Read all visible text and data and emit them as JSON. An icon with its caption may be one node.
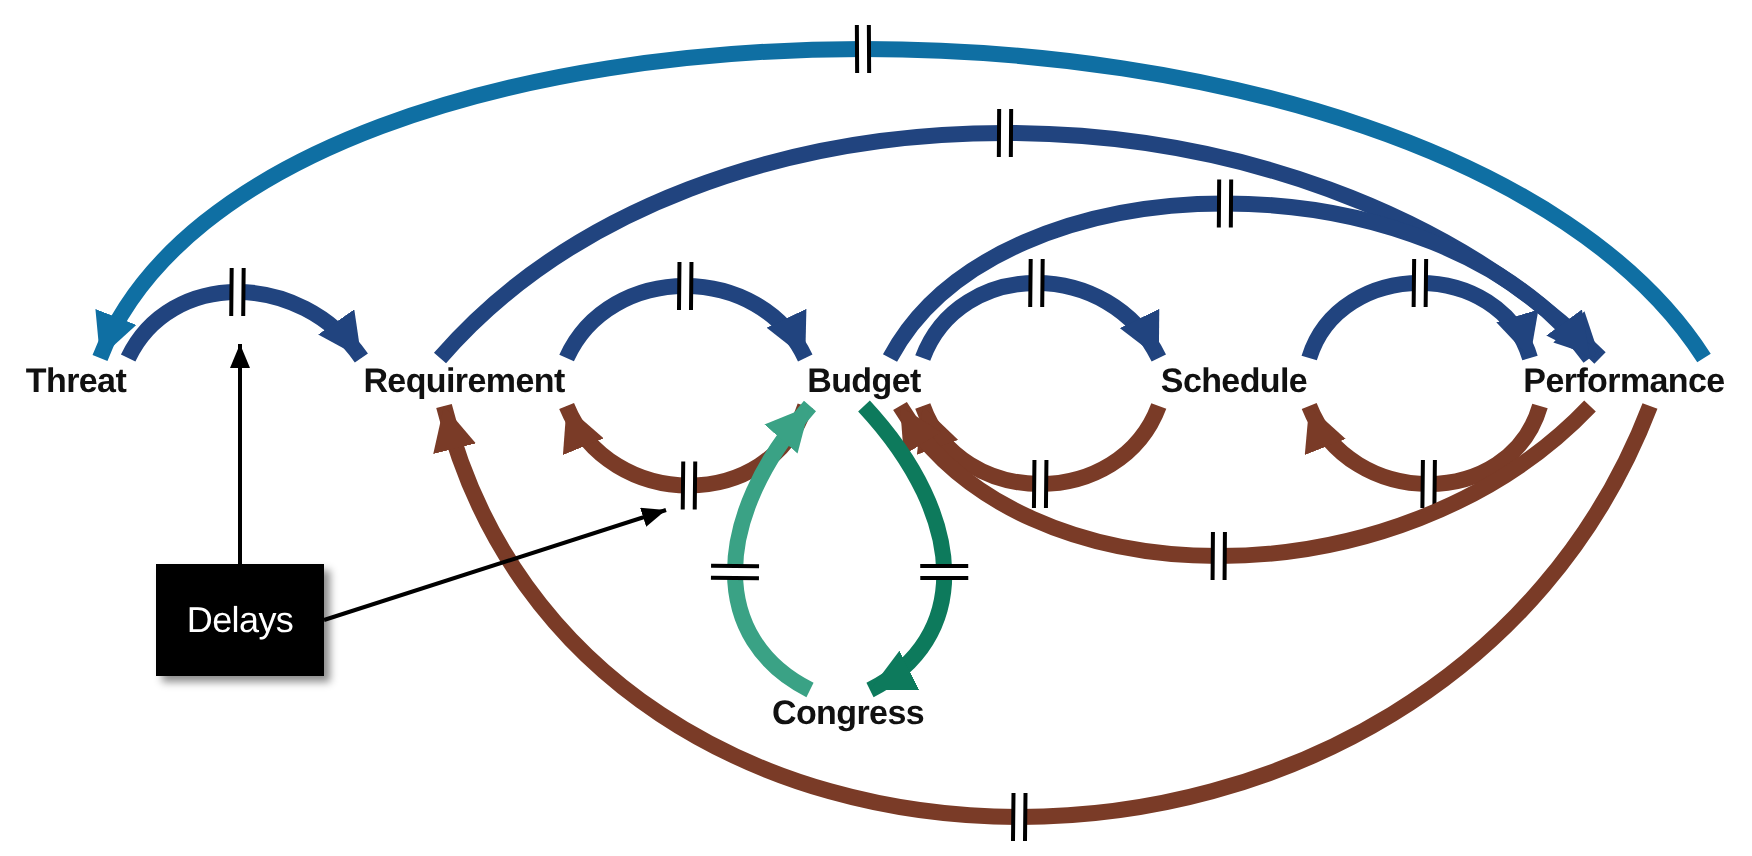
{
  "diagram": {
    "nodes": [
      {
        "text": [
          "Threat"
        ]
      },
      {
        "text": [
          "Requirement"
        ]
      },
      {
        "text": [
          "Budget"
        ]
      },
      {
        "text": [
          "Schedule"
        ]
      },
      {
        "text": [
          "Performance"
        ]
      },
      {
        "text": [
          "Congress"
        ]
      },
      {
        "text": [
          "Delays"
        ]
      }
    ],
    "edges": [
      {
        "from": 4,
        "to": 0,
        "arrow": "to",
        "color": "#0f6fa3"
      },
      {
        "from": 0,
        "to": 1,
        "arrow": "to",
        "color": "#21447f"
      },
      {
        "from": 1,
        "to": 4,
        "arrow": "to",
        "color": "#21447f"
      },
      {
        "from": 1,
        "to": 2,
        "arrow": "to",
        "color": "#21447f"
      },
      {
        "from": 2,
        "to": 4,
        "arrow": "to",
        "color": "#21447f"
      },
      {
        "from": 2,
        "to": 3,
        "arrow": "to",
        "color": "#21447f"
      },
      {
        "from": 3,
        "to": 4,
        "arrow": "to",
        "color": "#21447f"
      },
      {
        "from": 2,
        "to": 1,
        "arrow": "to",
        "color": "#7a3b27"
      },
      {
        "from": 3,
        "to": 2,
        "arrow": "to",
        "color": "#7a3b27"
      },
      {
        "from": 4,
        "to": 3,
        "arrow": "to",
        "color": "#7a3b27"
      },
      {
        "from": 4,
        "to": 2,
        "arrow": "to",
        "color": "#7a3b27"
      },
      {
        "from": 4,
        "to": 1,
        "arrow": "to",
        "color": "#7a3b27"
      },
      {
        "from": 2,
        "to": 5,
        "arrow": "to",
        "color": "#0d7a5c"
      },
      {
        "from": 5,
        "to": 2,
        "arrow": "to",
        "color": "#3aa285"
      },
      {
        "from": 6,
        "to": null,
        "arrow": "to",
        "color": "#000000"
      },
      {
        "from": 6,
        "to": null,
        "arrow": "to",
        "color": "#000000"
      }
    ]
  }
}
